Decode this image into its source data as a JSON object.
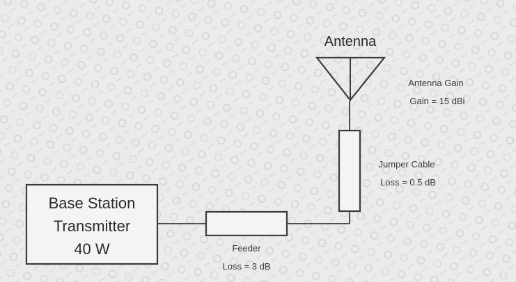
{
  "antenna": {
    "label": "Antenna",
    "gain_title": "Antenna Gain",
    "gain_value": "Gain = 15 dBi"
  },
  "jumper_cable": {
    "title": "Jumper Cable",
    "loss": "Loss = 0.5 dB"
  },
  "transmitter": {
    "line1": "Base Station",
    "line2": "Transmitter",
    "line3": "40 W"
  },
  "feeder": {
    "title": "Feeder",
    "loss": "Loss = 3 dB"
  }
}
